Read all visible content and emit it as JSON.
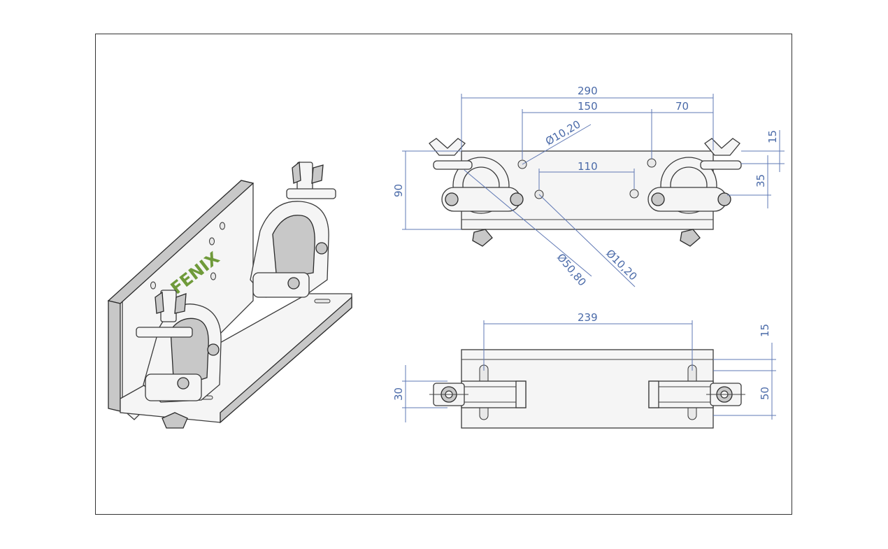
{
  "brand": {
    "logo_text": "FENIX",
    "logo_color": "#6f9a3a"
  },
  "colors": {
    "dimension": "#4a6aa8",
    "outline": "#333333"
  },
  "front_view": {
    "dims": {
      "overall_width": "290",
      "hole_spacing_top": "150",
      "offset_right": "70",
      "hole_spacing_lower": "110",
      "height": "90",
      "top_offset": "15",
      "lower_offset": "35",
      "hole_top": "Ø10,20",
      "hole_lower": "Ø10,20",
      "clamp_bore": "Ø50,80"
    }
  },
  "bottom_view": {
    "dims": {
      "slot_spacing": "239",
      "edge_offset": "15",
      "depth": "50",
      "clamp_width": "30"
    }
  }
}
